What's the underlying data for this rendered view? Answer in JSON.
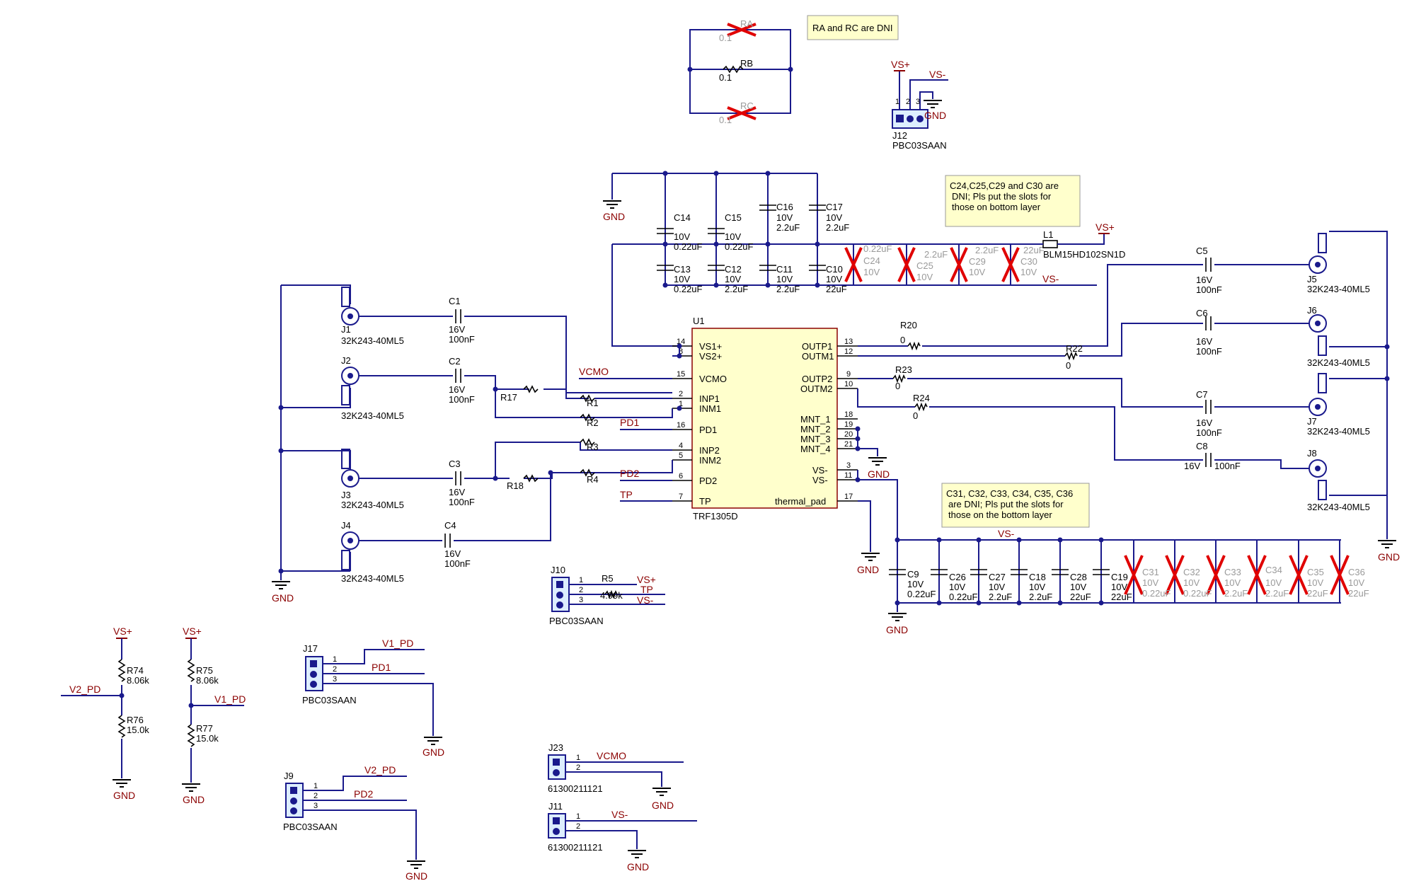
{
  "notes": {
    "ra_rc": "RA and RC are DNI",
    "c24_l1": "C24,C25,C29 and C30 are",
    "c24_l2": "DNI; Pls put the slots for",
    "c24_l3": "those on bottom layer",
    "c31_l1": "C31, C32, C33, C34, C35, C36",
    "c31_l2": "are DNI; Pls put the slots for",
    "c31_l3": "those on the bottom layer"
  },
  "nets": {
    "vsp": "VS+",
    "vsm": "VS-",
    "gnd": "GND",
    "vcmo": "VCMO",
    "pd1": "PD1",
    "pd2": "PD2",
    "tp": "TP",
    "v1pd": "V1_PD",
    "v2pd": "V2_PD"
  },
  "resistors": {
    "ra": {
      "ref": "RA",
      "val": "0.1"
    },
    "rb": {
      "ref": "RB",
      "val": "0.1"
    },
    "rc": {
      "ref": "RC",
      "val": "0.1"
    },
    "r1": "R1",
    "r2": "R2",
    "r3": "R3",
    "r4": "R4",
    "r17": "R17",
    "r18": "R18",
    "r20": {
      "ref": "R20",
      "val": "0"
    },
    "r22": {
      "ref": "R22",
      "val": "0"
    },
    "r23": {
      "ref": "R23",
      "val": "0"
    },
    "r24": {
      "ref": "R24",
      "val": "0"
    },
    "r5": {
      "ref": "R5",
      "val": "4.99k"
    },
    "r74": {
      "ref": "R74",
      "val": "8.06k"
    },
    "r75": {
      "ref": "R75",
      "val": "8.06k"
    },
    "r76": {
      "ref": "R76",
      "val": "15.0k"
    },
    "r77": {
      "ref": "R77",
      "val": "15.0k"
    }
  },
  "caps_top": [
    {
      "ref": "C14",
      "v": "10V",
      "val": "0.22uF"
    },
    {
      "ref": "C15",
      "v": "10V",
      "val": "0.22uF"
    },
    {
      "ref": "C16",
      "v": "10V",
      "val": "2.2uF"
    },
    {
      "ref": "C17",
      "v": "10V",
      "val": "2.2uF"
    }
  ],
  "caps_mid": [
    {
      "ref": "C13",
      "v": "10V",
      "val": "0.22uF"
    },
    {
      "ref": "C12",
      "v": "10V",
      "val": "2.2uF"
    },
    {
      "ref": "C11",
      "v": "10V",
      "val": "2.2uF"
    },
    {
      "ref": "C10",
      "v": "10V",
      "val": "22uF"
    }
  ],
  "caps_dni_top": [
    {
      "ref": "C24",
      "v": "10V",
      "val": "0.22uF"
    },
    {
      "ref": "C25",
      "v": "10V",
      "val": "2.2uF"
    },
    {
      "ref": "C29",
      "v": "10V",
      "val": "2.2uF"
    },
    {
      "ref": "C30",
      "v": "10V",
      "val": "22uF"
    }
  ],
  "caps_bot": [
    {
      "ref": "C9",
      "v": "10V",
      "val": "0.22uF"
    },
    {
      "ref": "C26",
      "v": "10V",
      "val": "0.22uF"
    },
    {
      "ref": "C27",
      "v": "10V",
      "val": "2.2uF"
    },
    {
      "ref": "C18",
      "v": "10V",
      "val": "2.2uF"
    },
    {
      "ref": "C28",
      "v": "10V",
      "val": "22uF"
    },
    {
      "ref": "C19",
      "v": "10V",
      "val": "22uF"
    }
  ],
  "caps_dni_bot": [
    {
      "ref": "C31",
      "v": "10V",
      "val": "0.22uF"
    },
    {
      "ref": "C32",
      "v": "10V",
      "val": "0.22uF"
    },
    {
      "ref": "C33",
      "v": "10V",
      "val": "2.2uF"
    },
    {
      "ref": "C34",
      "v": "10V",
      "val": "2.2uF"
    },
    {
      "ref": "C35",
      "v": "10V",
      "val": "22uF"
    },
    {
      "ref": "C36",
      "v": "10V",
      "val": "22uF"
    }
  ],
  "caps_coupling": {
    "c1": {
      "ref": "C1",
      "v": "16V",
      "val": "100nF"
    },
    "c2": {
      "ref": "C2",
      "v": "16V",
      "val": "100nF"
    },
    "c3": {
      "ref": "C3",
      "v": "16V",
      "val": "100nF"
    },
    "c4": {
      "ref": "C4",
      "v": "16V",
      "val": "100nF"
    },
    "c5": {
      "ref": "C5",
      "v": "16V",
      "val": "100nF"
    },
    "c6": {
      "ref": "C6",
      "v": "16V",
      "val": "100nF"
    },
    "c7": {
      "ref": "C7",
      "v": "16V",
      "val": "100nF"
    },
    "c8": {
      "ref": "C8",
      "v": "16V",
      "val": "100nF"
    }
  },
  "connectors": {
    "j1": "J1",
    "j2": "J2",
    "j3": "J3",
    "j4": "J4",
    "j5": "J5",
    "j6": "J6",
    "j7": "J7",
    "j8": "J8",
    "sma_part": "32K243-40ML5",
    "j9": "J9",
    "j10": "J10",
    "j12": "J12",
    "j17": "J17",
    "hdr3_part": "PBC03SAAN",
    "j11": "J11",
    "j23": "J23",
    "hdr2_part": "61300211121"
  },
  "inductor": {
    "ref": "L1",
    "val": "BLM15HD102SN1D"
  },
  "ic": {
    "ref": "U1",
    "part": "TRF1305D",
    "left_pins": [
      {
        "num": "14",
        "name": "VS1+"
      },
      {
        "num": "8",
        "name": "VS2+"
      },
      {
        "num": "15",
        "name": "VCMO"
      },
      {
        "num": "2",
        "name": "INP1"
      },
      {
        "num": "1",
        "name": "INM1"
      },
      {
        "num": "16",
        "name": "PD1"
      },
      {
        "num": "4",
        "name": "INP2"
      },
      {
        "num": "5",
        "name": "INM2"
      },
      {
        "num": "6",
        "name": "PD2"
      },
      {
        "num": "7",
        "name": "TP"
      }
    ],
    "right_pins": [
      {
        "num": "13",
        "name": "OUTP1"
      },
      {
        "num": "12",
        "name": "OUTM1"
      },
      {
        "num": "9",
        "name": "OUTP2"
      },
      {
        "num": "10",
        "name": "OUTM2"
      },
      {
        "num": "18",
        "name": "MNT_1"
      },
      {
        "num": "19",
        "name": "MNT_2"
      },
      {
        "num": "20",
        "name": "MNT_3"
      },
      {
        "num": "21",
        "name": "MNT_4"
      },
      {
        "num": "3",
        "name": "VS-"
      },
      {
        "num": "11",
        "name": "VS-"
      },
      {
        "num": "17",
        "name": "thermal_pad"
      }
    ]
  }
}
